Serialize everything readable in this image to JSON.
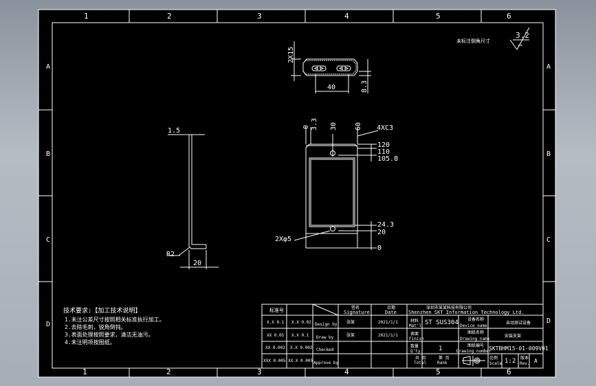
{
  "grid": {
    "columns": [
      "1",
      "2",
      "3",
      "4",
      "5",
      "6"
    ],
    "rows": [
      "A",
      "B",
      "C",
      "D"
    ]
  },
  "roughness": {
    "value": "3.2"
  },
  "top_note": "未标注倒角尺寸",
  "top_view": {
    "dims": {
      "height": "2X15",
      "width": "40",
      "offset": "8.3"
    }
  },
  "front_view": {
    "top_dims": [
      "0",
      "3.3",
      "30",
      "60"
    ],
    "hole_note": "4XC3",
    "right_dims": [
      "120",
      "110",
      "105.8",
      "24.3",
      "20",
      "0"
    ],
    "hole_label": "2Xφ5"
  },
  "side_view": {
    "thickness": "1.5",
    "radius": "R2",
    "flange": "20"
  },
  "tech_notes": {
    "title": "技术要求:【加工技术说明】",
    "items": [
      "1.未注公差尺寸按照相关标准执行加工。",
      "2.去除毛刺，锐角倒钝。",
      "3.表面处理按照要求，清洁无油污。",
      "4.未注明项按图纸。"
    ]
  },
  "title_block": {
    "col_headers": {
      "revision": "标准号",
      "signature": "签名",
      "signature_en": "Signature",
      "date": "日期",
      "date_en": "Date"
    },
    "company_cn": "深圳市某某科技有限公司",
    "company_en": "Shenzhen SKT Information Technology Ltd.",
    "rows": [
      {
        "code": "X.X 0.1",
        "tol": "X.X 0.02",
        "role": "Design by",
        "sign": "张某",
        "date": "2021/1/1"
      },
      {
        "code": "XX 0.05",
        "tol": "X.X 0.1",
        "role": "Draw by",
        "sign": "张某",
        "date": "2021/1/1"
      },
      {
        "code": "XX 0.002",
        "tol": "X.X 0.002",
        "role": "Checked",
        "sign": "",
        "date": ""
      },
      {
        "code": "XXX 0.005",
        "tol": "XX.X 0.005",
        "role": "Approve by",
        "sign": "",
        "date": ""
      }
    ],
    "material_label": "材料",
    "material_en": "Mat'l",
    "material": "ST SUS304",
    "device_label": "设备名称",
    "device_en": "Device name",
    "device_value": "自动测试设备",
    "finish_label": "表面",
    "finish_en": "Finish",
    "drawing_name_label": "图纸名称",
    "drawing_name_en": "Drawing name",
    "drawing_name_value": "安装支架",
    "drawing_number_label": "图纸编号",
    "drawing_number_en": "Drawing number",
    "drawing_number": "SKTBHM15-01-009V01",
    "qty_label": "数量",
    "qty_en": "Q'ty",
    "qty": "1",
    "total_label": "共 页",
    "total_en": "Total",
    "rank_label": "第 页",
    "rank_en": "Rank",
    "scale_label": "比例",
    "scale_en": "Scale",
    "scale": "1:2",
    "rev_label": "版本",
    "rev_en": "Rev.",
    "rev": "A"
  }
}
